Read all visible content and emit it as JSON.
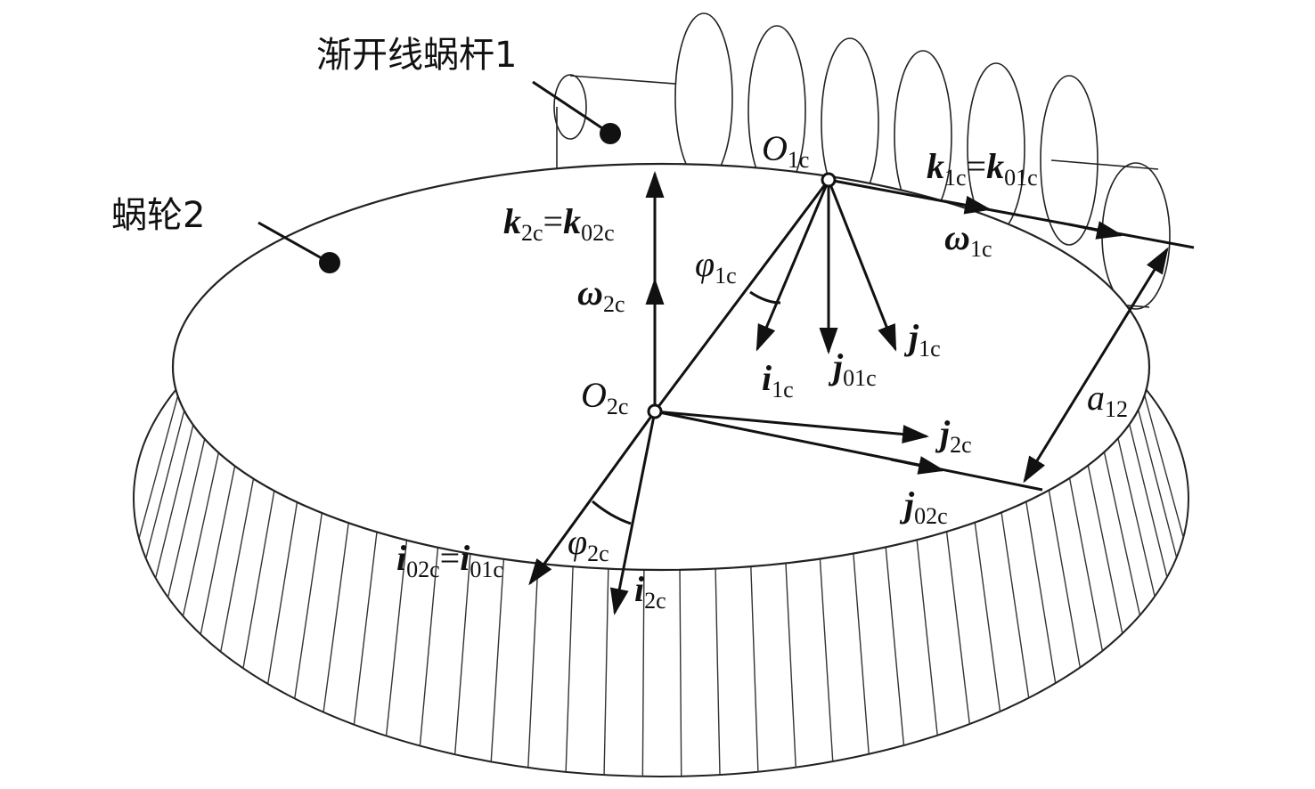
{
  "title_labels": {
    "worm": "渐开线蜗杆1",
    "wheel": "蜗轮2"
  },
  "vectors": {
    "k2c": {
      "a": "k",
      "as": "2c",
      "eq": "=",
      "b": "k",
      "bs": "02c"
    },
    "w2c": {
      "a": "ω",
      "as": "2c"
    },
    "phi1c": {
      "a": "φ",
      "as": "1c"
    },
    "O1c": {
      "a": "O",
      "as": "1c"
    },
    "k1c": {
      "a": "k",
      "as": "1c",
      "eq": "=",
      "b": "k",
      "bs": "01c"
    },
    "w1c": {
      "a": "ω",
      "as": "1c"
    },
    "i1c": {
      "a": "i",
      "as": "1c"
    },
    "j01c": {
      "a": "j",
      "as": "01c"
    },
    "j1c": {
      "a": "j",
      "as": "1c"
    },
    "O2c": {
      "a": "O",
      "as": "2c"
    },
    "j2c": {
      "a": "j",
      "as": "2c"
    },
    "a12": {
      "a": "a",
      "as": "12"
    },
    "j02c": {
      "a": "j",
      "as": "02c"
    },
    "phi2c": {
      "a": "φ",
      "as": "2c"
    },
    "i02c": {
      "a": "i",
      "as": "02c",
      "eq": "=",
      "b": "i",
      "bs": "01c"
    },
    "i2c": {
      "a": "i",
      "as": "2c"
    }
  }
}
